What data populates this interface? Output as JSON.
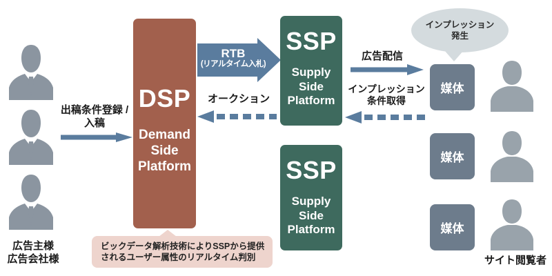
{
  "colors": {
    "dsp_box": "#a2604d",
    "ssp_box": "#3e6a5e",
    "arrow_blue": "#5a7c9e",
    "media_box": "#6d7c8c",
    "advertiser_icon": "#8b95a0",
    "viewer_icon": "#99a3ab",
    "bubble_bg": "#d4dbde",
    "note_bg": "#eed4cd",
    "label_text": "#1a1a1a"
  },
  "advertisers": {
    "label_line1": "広告主様",
    "label_line2": "広告会社様"
  },
  "dsp": {
    "acronym": "DSP",
    "name_line1": "Demand",
    "name_line2": "Side",
    "name_line3": "Platform"
  },
  "ssp_boxes": [
    {
      "acronym": "SSP",
      "name_line1": "Supply",
      "name_line2": "Side",
      "name_line3": "Platform"
    },
    {
      "acronym": "SSP",
      "name_line1": "Supply",
      "name_line2": "Side",
      "name_line3": "Platform"
    }
  ],
  "flows": {
    "submit": {
      "line1": "出稿条件登録 /",
      "line2": "入稿"
    },
    "rtb": {
      "title": "RTB",
      "subtitle": "(リアルタイム入札)"
    },
    "auction": {
      "label": "オークション"
    },
    "ad_delivery": {
      "label": "広告配信"
    },
    "impression_terms": {
      "line1": "インプレッション",
      "line2": "条件取得"
    }
  },
  "bubble": {
    "line1": "インプレッション",
    "line2": "発生"
  },
  "media_boxes": [
    {
      "label": "媒体"
    },
    {
      "label": "媒体"
    },
    {
      "label": "媒体"
    }
  ],
  "viewers": {
    "label": "サイト閲覧者"
  },
  "note": {
    "line1": "ビックデータ解析技術によりSSPから提供",
    "line2": "されるユーザー属性のリアルタイム判別"
  }
}
